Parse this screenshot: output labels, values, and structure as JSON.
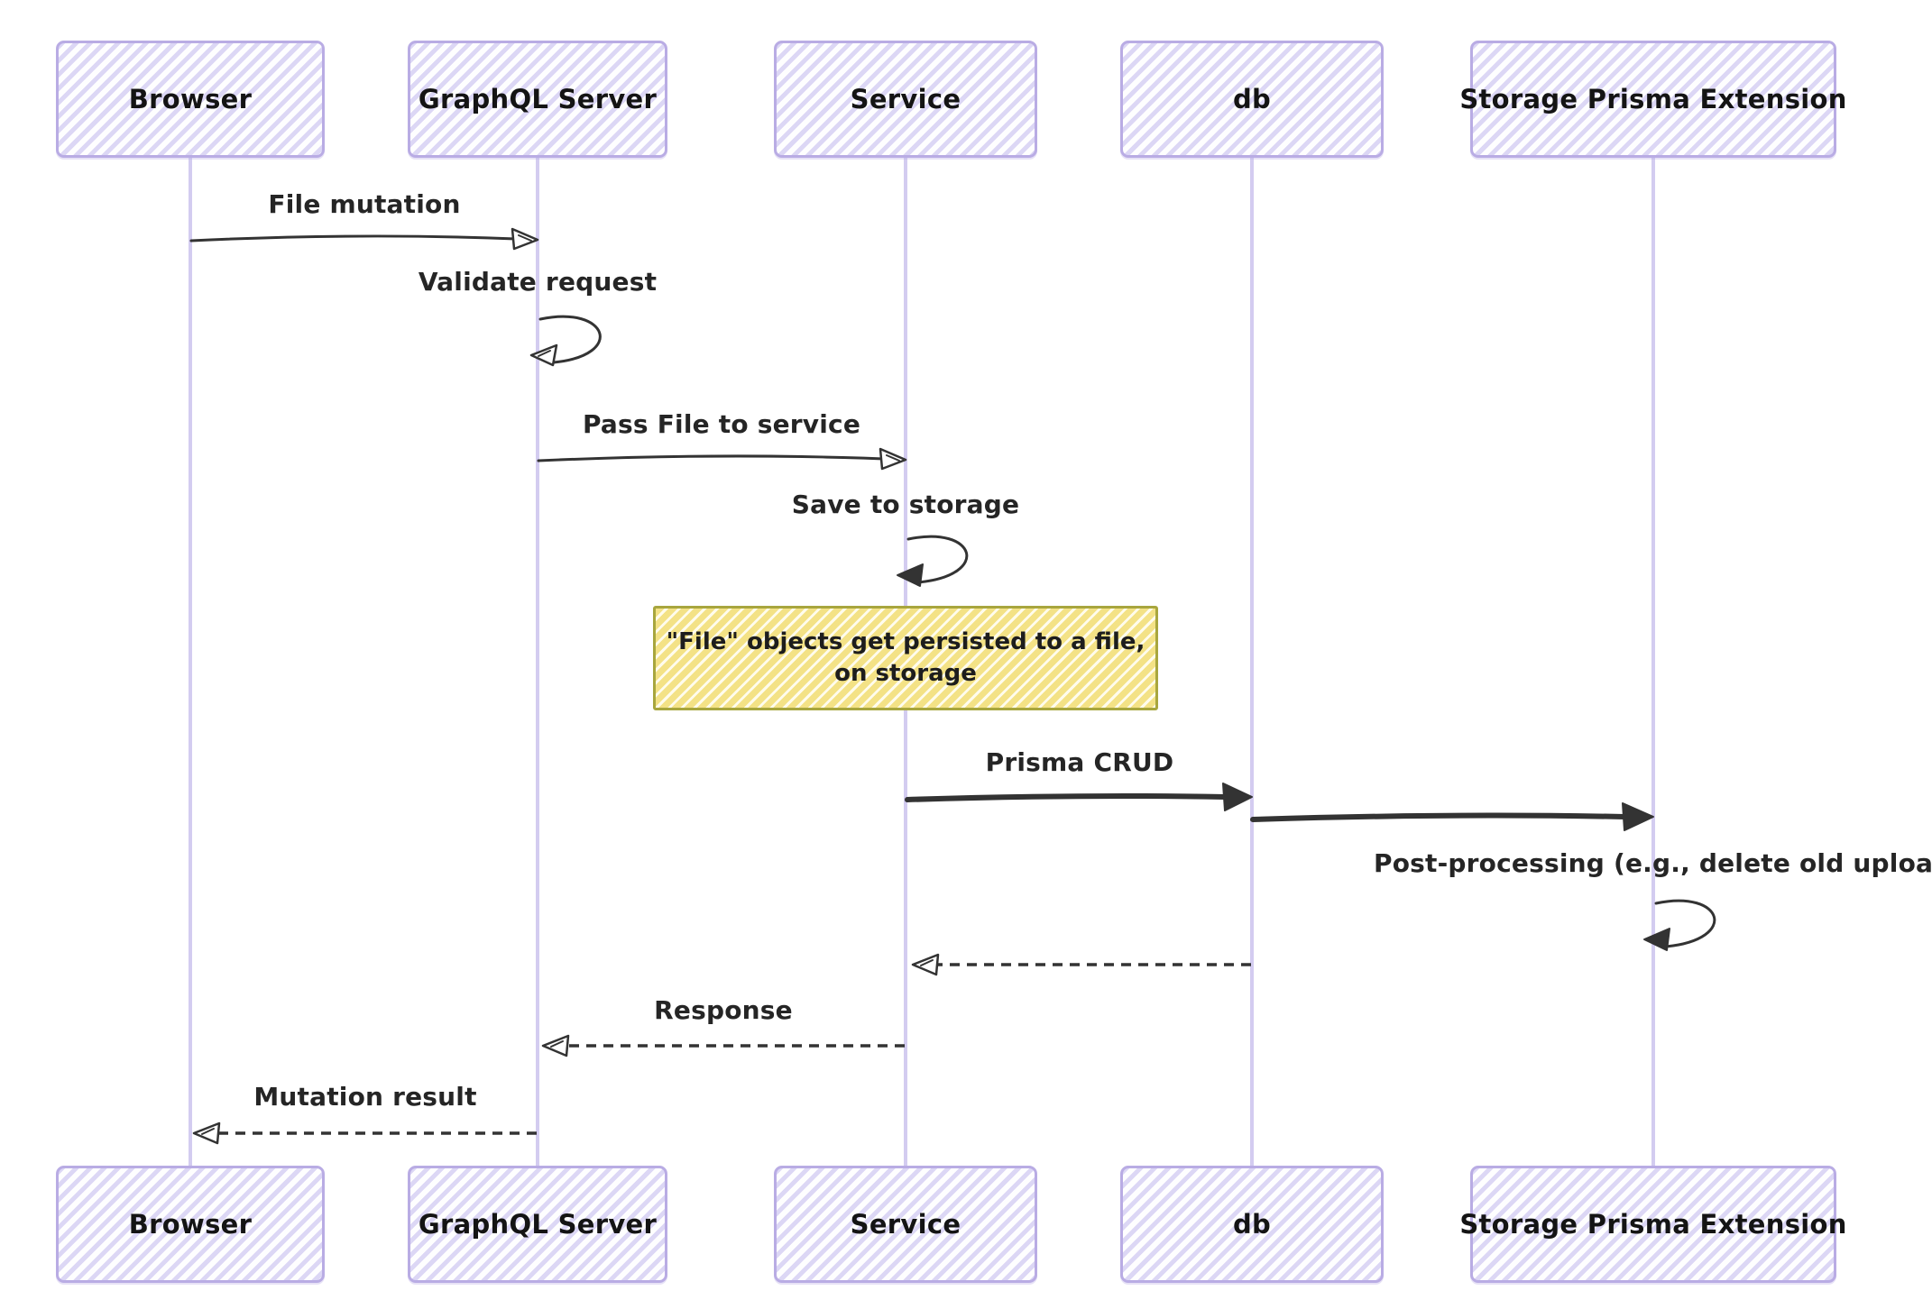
{
  "diagram_type": "sequence-diagram",
  "style": "hand-drawn",
  "colors": {
    "background": "#ffffff",
    "actor_fill": "#f2f0fb",
    "actor_hatch": "#cec6f1",
    "actor_border": "#b9ace4",
    "lifeline": "#d3ccf0",
    "note_fill": "#f8eeae",
    "note_border": "#a8a63e",
    "stroke": "#333333",
    "text": "#141414"
  },
  "actors": [
    {
      "id": "browser",
      "label": "Browser"
    },
    {
      "id": "graphql-server",
      "label": "GraphQL Server"
    },
    {
      "id": "service",
      "label": "Service"
    },
    {
      "id": "db",
      "label": "db"
    },
    {
      "id": "storage-prisma-extension",
      "label": "Storage Prisma Extension"
    }
  ],
  "messages": [
    {
      "label": "File mutation",
      "from": "browser",
      "to": "graphql-server",
      "line": "solid",
      "arrowhead": "open"
    },
    {
      "label": "Validate request",
      "from": "graphql-server",
      "to": "graphql-server",
      "line": "self-loop",
      "arrowhead": "open"
    },
    {
      "label": "Pass File to service",
      "from": "graphql-server",
      "to": "service",
      "line": "solid",
      "arrowhead": "open"
    },
    {
      "label": "Save to storage",
      "from": "service",
      "to": "service",
      "line": "self-loop",
      "arrowhead": "filled"
    },
    {
      "label": "Prisma CRUD",
      "from": "service",
      "to": "db",
      "line": "solid-thick",
      "arrowhead": "filled"
    },
    {
      "label": "",
      "from": "db",
      "to": "storage-prisma-extension",
      "line": "solid-thick",
      "arrowhead": "filled"
    },
    {
      "label": "Post-processing (e.g., delete old upload)",
      "from": "storage-prisma-extension",
      "to": "storage-prisma-extension",
      "line": "self-loop",
      "arrowhead": "filled"
    },
    {
      "label": "",
      "from": "db",
      "to": "service",
      "line": "dashed",
      "arrowhead": "open"
    },
    {
      "label": "Response",
      "from": "service",
      "to": "graphql-server",
      "line": "dashed",
      "arrowhead": "open"
    },
    {
      "label": "Mutation result",
      "from": "graphql-server",
      "to": "browser",
      "line": "dashed",
      "arrowhead": "open"
    }
  ],
  "note": {
    "text": "\"File\" objects get persisted to a file,\non storage",
    "attached_to": "service"
  }
}
